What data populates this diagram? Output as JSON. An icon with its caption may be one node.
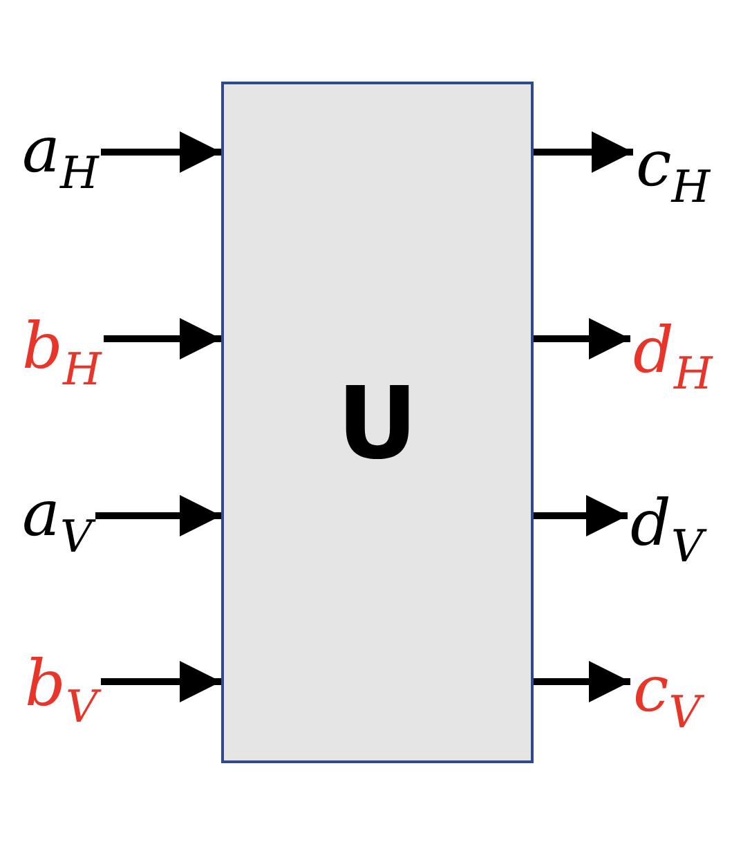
{
  "diagram": {
    "nodes": [
      {
        "text": [
          "a$_{H}$"
        ]
      },
      {
        "text": [
          "U"
        ]
      },
      {
        "text": [
          "c$_{H}$"
        ]
      },
      {
        "text": [
          "b$_{H}$"
        ]
      },
      {
        "text": [
          "d$_{H}$"
        ]
      },
      {
        "text": [
          "a$_{V}$"
        ]
      },
      {
        "text": [
          "d$_{V}$"
        ]
      },
      {
        "text": [
          "b$_{V}$"
        ]
      },
      {
        "text": [
          "c$_{V}$"
        ]
      }
    ],
    "edges": [
      {
        "from": 0,
        "to": 1,
        "arrow": "to"
      },
      {
        "from": 1,
        "to": 2,
        "arrow": "to"
      },
      {
        "from": 3,
        "to": 1,
        "arrow": "to"
      },
      {
        "from": 1,
        "to": 4,
        "arrow": "to"
      },
      {
        "from": 5,
        "to": 1,
        "arrow": "to"
      },
      {
        "from": 1,
        "to": 6,
        "arrow": "to"
      },
      {
        "from": 7,
        "to": 1,
        "arrow": "to"
      },
      {
        "from": 1,
        "to": 8,
        "arrow": "to"
      }
    ]
  }
}
